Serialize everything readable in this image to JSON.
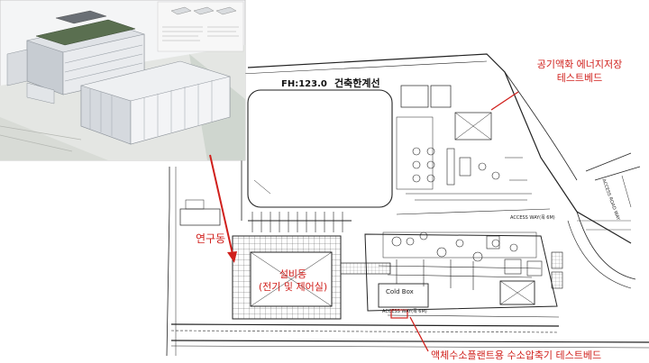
{
  "plan": {
    "fh_label": "FH:123.0",
    "boundary_label": "건축한계선",
    "access_way_top": "ACCESS WAY(폭 6M)",
    "access_way_bottom": "ACCESS WAY(폭 6M)",
    "cold_box_label": "Cold Box",
    "road_label": "ACCESS ROAD WAY"
  },
  "annotations": {
    "air_storage_line1": "공기액화 에너지저장",
    "air_storage_line2": "테스트베드",
    "research_bldg": "연구동",
    "facility_line1": "설비동",
    "facility_line2": "(전기 및 제어실)",
    "hydrogen_testbed": "액체수소플랜트용 수소압축기 테스트베드"
  },
  "colors": {
    "annotation_red": "#d0201c",
    "drawing_line": "#222222",
    "building_facade": "#e9ebee",
    "solar_panel": "#5a6f50"
  }
}
